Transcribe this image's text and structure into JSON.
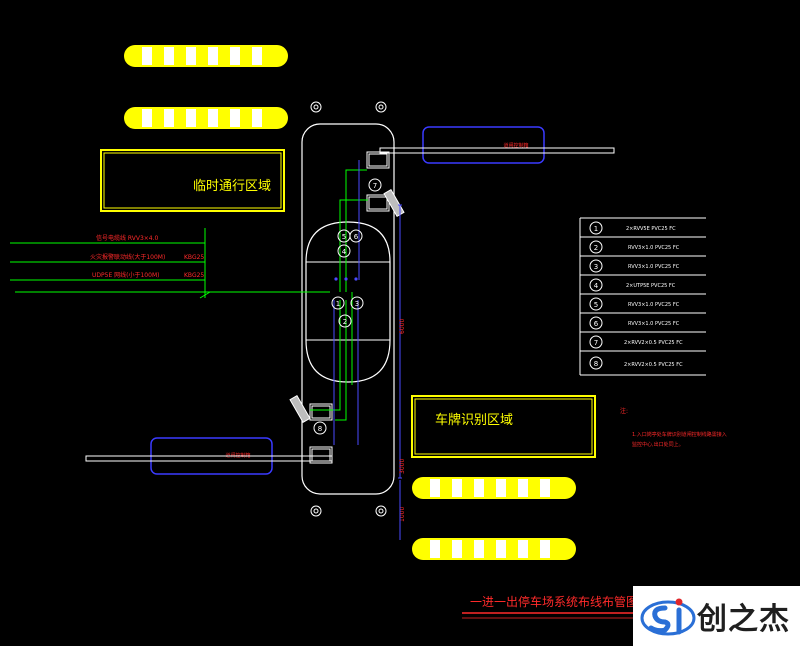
{
  "title_block": {
    "title": "一进一出停车场系统布线布管图"
  },
  "labels": {
    "left_zone": "临时通行区域",
    "right_zone": "车牌识别区域",
    "top_box": "道闸控制箱",
    "bottom_box": "道闸控制箱"
  },
  "cable_lines": [
    {
      "text": "信号电缆线 RVV3×4.0",
      "pipe": ""
    },
    {
      "text": "火灾报警联动线(大于100M)",
      "pipe": "KBG25"
    },
    {
      "text": "UDP5E 网线(小于100M)",
      "pipe": "KBG25"
    }
  ],
  "legend": [
    {
      "num": "1",
      "spec": "2×RVV5E PVC25 FC"
    },
    {
      "num": "2",
      "spec": "RVV3×1.0 PVC25 FC"
    },
    {
      "num": "3",
      "spec": "RVV3×1.0 PVC25 FC"
    },
    {
      "num": "4",
      "spec": "2×UTP5E PVC25 FC"
    },
    {
      "num": "5",
      "spec": "RVV3×1.0 PVC25 FC"
    },
    {
      "num": "6",
      "spec": "RVV3×1.0 PVC25 FC"
    },
    {
      "num": "7",
      "spec": "2×RVV2×0.5 PVC25 FC"
    },
    {
      "num": "8",
      "spec": "2×RVV2×0.5 PVC25 FC"
    }
  ],
  "notes": {
    "heading": "注:",
    "line1": "1.入口岗亭处车牌识别道闸控制线路需接入",
    "line2": "监控中心,出口处同上。"
  },
  "island_numbers": [
    "1",
    "2",
    "3",
    "4",
    "5",
    "6",
    "7",
    "8"
  ],
  "dims": {
    "d1": "6000",
    "d2": "3000",
    "d3": "1000"
  },
  "watermark": {
    "text": "创之杰",
    "logo": "sj-logo-icon"
  },
  "colors": {
    "background": "#000000",
    "island": "#ffffff",
    "wire_green": "#00ff00",
    "wire_blue": "#4a4aff",
    "yellow": "#ffff00",
    "red_text": "#ff2a2a"
  }
}
